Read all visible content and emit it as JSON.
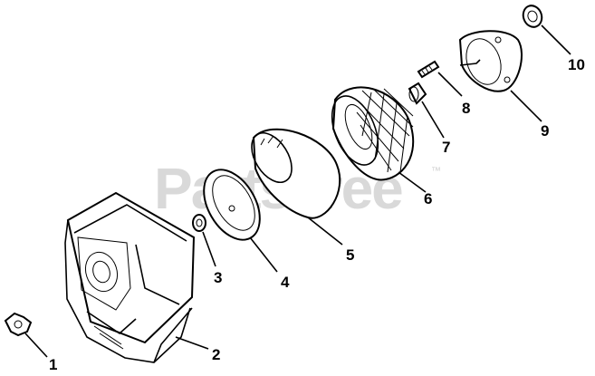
{
  "watermark": {
    "text": "PartsTree",
    "mark": "™"
  },
  "callouts": [
    {
      "id": "1",
      "label": "1"
    },
    {
      "id": "2",
      "label": "2"
    },
    {
      "id": "3",
      "label": "3"
    },
    {
      "id": "4",
      "label": "4"
    },
    {
      "id": "5",
      "label": "5"
    },
    {
      "id": "6",
      "label": "6"
    },
    {
      "id": "7",
      "label": "7"
    },
    {
      "id": "8",
      "label": "8"
    },
    {
      "id": "9",
      "label": "9"
    },
    {
      "id": "10",
      "label": "10"
    }
  ]
}
